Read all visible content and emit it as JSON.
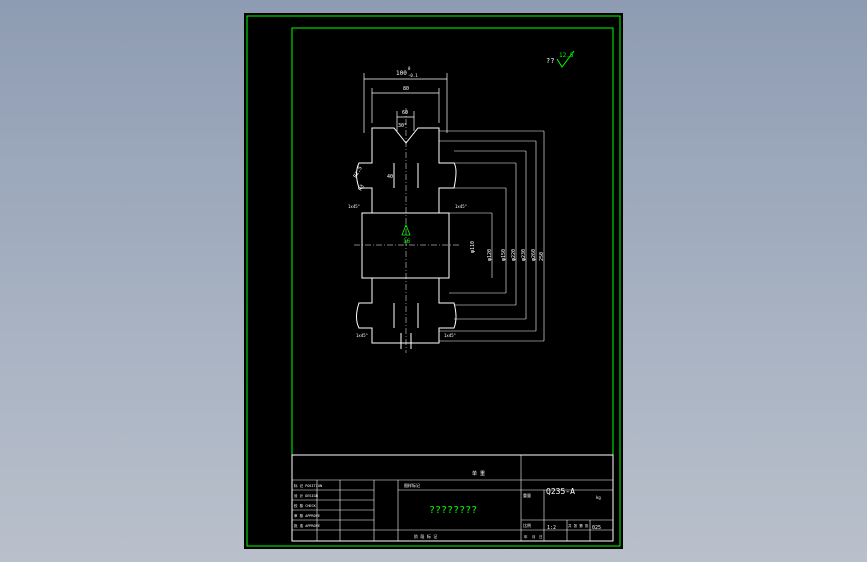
{
  "colors": {
    "background": "#9aa6ba",
    "sheet": "#000000",
    "border": "#00ff00",
    "lines": "#ffffff",
    "accent": "#00ff00"
  },
  "drawing": {
    "roughness_prefix": "??",
    "roughness_value": "12.5",
    "dim_top_width": "100",
    "dim_top_sup": "0",
    "dim_top_sub": "-0.1",
    "dim_inner_width": "80",
    "dim_groove": "60",
    "dim_angle": "30°",
    "dim_hub": "40",
    "center_mark": "16",
    "dim_bore": "φ110",
    "dims_vertical": [
      "φ120",
      "φ150",
      "φ220",
      "φ230",
      "φ260",
      "250"
    ],
    "chamfers": [
      "1x45°",
      "1x45°",
      "1x45°",
      "1x45°"
    ],
    "labels_left": [
      "R2.5",
      "R3"
    ]
  },
  "title_block": {
    "material": "Q235-A",
    "drawing_title": "????????",
    "col_head": "单 重",
    "small_row_labels": [
      "标 记 POSITION",
      "设 计 DESIGN",
      "校 核 CHECK",
      "审 核 APPROVE",
      "批 准 APPROVE"
    ],
    "mid_labels": [
      "图样标记",
      "重量",
      "比例"
    ],
    "kg": "kg",
    "scale": "1:2",
    "sheet_label": "共 张 第 张",
    "code": "025",
    "bottom_left_labels": [
      "年",
      "月",
      "日"
    ],
    "bottom_mid_labels": [
      "阶 段 标 记"
    ]
  }
}
